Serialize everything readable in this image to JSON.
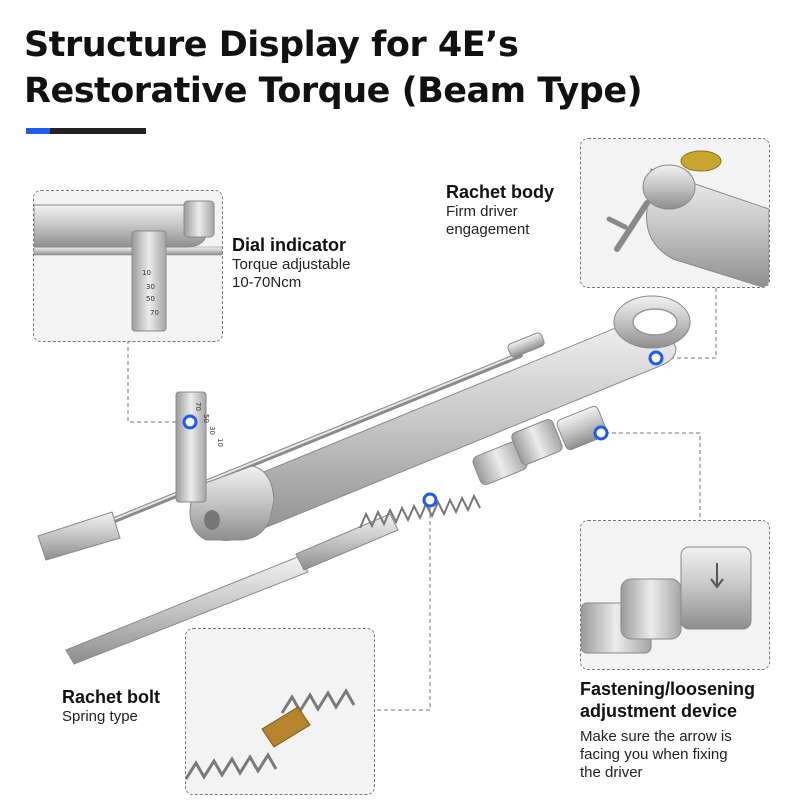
{
  "title": {
    "line1": "Structure Display for 4E’s",
    "line2": "Restorative Torque (Beam Type)"
  },
  "accent_color": "#1e5cf0",
  "callouts": {
    "rachet_body": {
      "heading": "Rachet body",
      "desc_line1": "Firm driver",
      "desc_line2": "engagement"
    },
    "dial_indicator": {
      "heading": "Dial indicator",
      "desc_line1": "Torque adjustable",
      "desc_line2": "10-70Ncm"
    },
    "rachet_bolt": {
      "heading": "Rachet bolt",
      "desc_line1": "Spring type"
    },
    "fastening": {
      "heading_line1": "Fastening/loosening",
      "heading_line2": "adjustment device",
      "desc_line1": "Make sure the arrow is",
      "desc_line2": "facing you when fixing",
      "desc_line3": "the driver"
    }
  },
  "scale_marks": [
    "70",
    "50",
    "30",
    "10"
  ]
}
